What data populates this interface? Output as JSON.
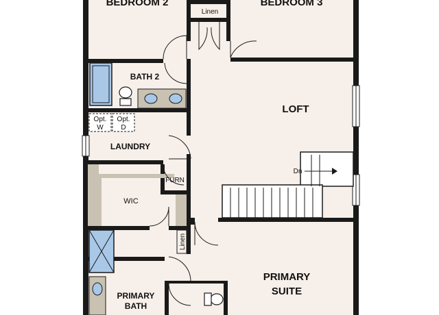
{
  "rooms": {
    "bedroom2": "BEDROOM 2",
    "bedroom3": "BEDROOM 3",
    "linen_top": "Linen",
    "bath2": "BATH 2",
    "loft": "LOFT",
    "opt_w_1": "Opt.",
    "opt_w_2": "W",
    "opt_d_1": "Opt.",
    "opt_d_2": "D",
    "laundry": "LAUNDRY",
    "dn": "Dn",
    "furn": "FURN",
    "wic": "WIC",
    "linen_mid": "Linen",
    "primary_suite_1": "PRIMARY",
    "primary_suite_2": "SUITE",
    "primary_bath_1": "PRIMARY",
    "primary_bath_2": "BATH"
  },
  "colors": {
    "wall": "#1a1a1a",
    "floor": "#f7efe9",
    "cabinet": "#c9c2b2",
    "fixture_blue": "#a9c8e8"
  }
}
